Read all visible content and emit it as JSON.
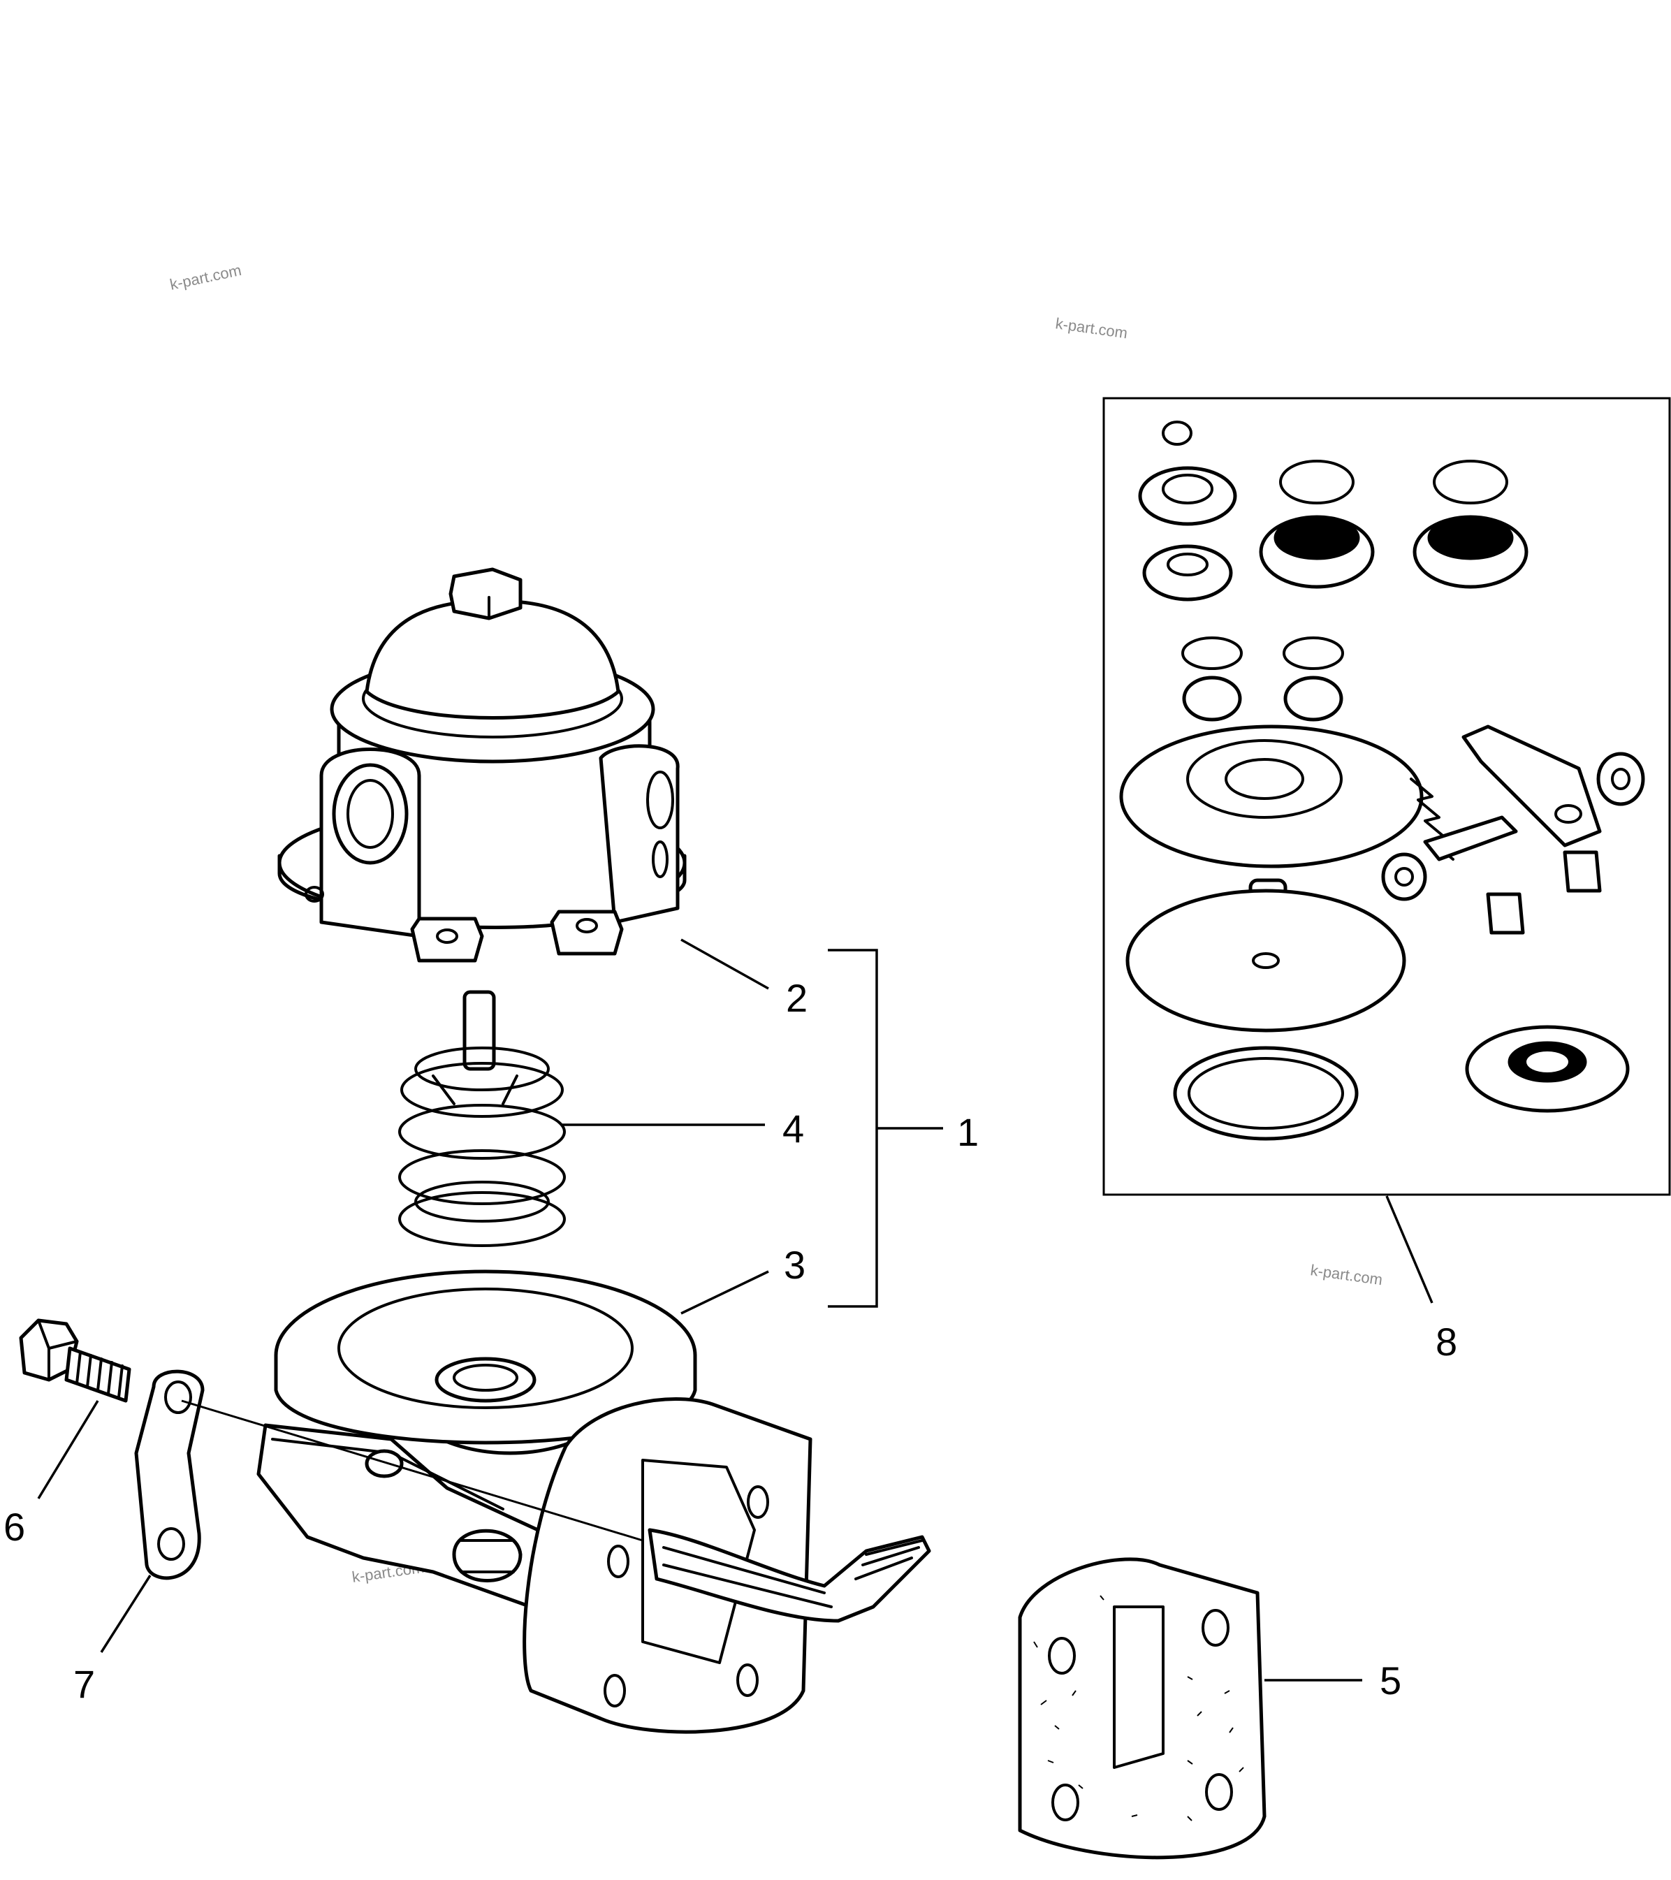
{
  "diagram": {
    "callouts": [
      {
        "id": "c1",
        "label": "1"
      },
      {
        "id": "c2",
        "label": "2"
      },
      {
        "id": "c3",
        "label": "3"
      },
      {
        "id": "c4",
        "label": "4"
      },
      {
        "id": "c5",
        "label": "5"
      },
      {
        "id": "c6",
        "label": "6"
      },
      {
        "id": "c7",
        "label": "7"
      },
      {
        "id": "c8",
        "label": "8"
      }
    ],
    "watermarks": [
      "k-part.com",
      "k-part.com",
      "k-part.com",
      "k-part.com"
    ],
    "colors": {
      "ink": "#000000",
      "background": "#ffffff",
      "watermark": "#8a8a8a"
    }
  }
}
